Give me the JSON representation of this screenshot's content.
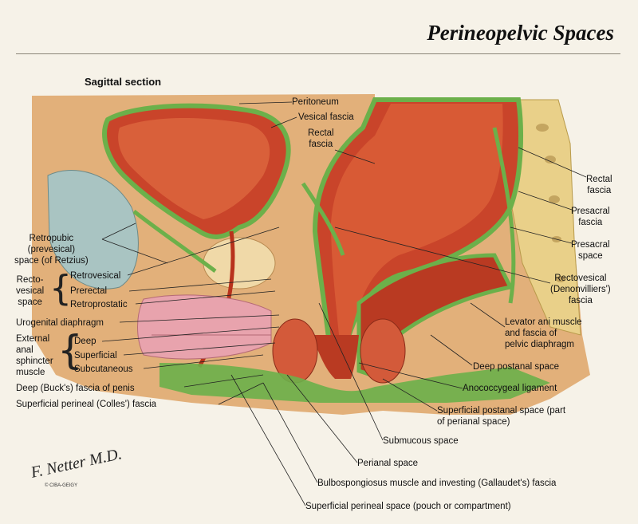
{
  "title": "Perineopelvic Spaces",
  "subtitle": "Sagittal section",
  "signature": "F. Netter M.D.",
  "copyright": "© CIBA-GEIGY",
  "labels": {
    "peritoneum": "Peritoneum",
    "vesical_fascia": "Vesical fascia",
    "rectal_fascia_top": "Rectal\nfascia",
    "rectal_fascia_right": "Rectal\nfascia",
    "presacral_fascia": "Presacral\nfascia",
    "presacral_space": "Presacral\nspace",
    "retropubic_space": "Retropubic\n(prevesical)\nspace (of Retzius)",
    "rectovesical_group": "Recto-\nvesical\nspace",
    "retrovesical": "Retrovesical",
    "prerectal": "Prerectal",
    "retroprostatic": "Retroprostatic",
    "rectovesical_fascia": "Rectovesical\n(Denonvilliers')\nfascia",
    "urogenital_diaphragm": "Urogenital diaphragm",
    "external_anal_group": "External\nanal\nsphincter\nmuscle",
    "deep": "Deep",
    "superficial": "Superficial",
    "subcutaneous": "Subcutaneous",
    "levator_ani": "Levator ani muscle\nand fascia of\npelvic diaphragm",
    "deep_postanal": "Deep postanal space",
    "deep_bucks_fascia": "Deep (Buck's) fascia of penis",
    "anococcygeal": "Anococcygeal ligament",
    "colles_fascia": "Superficial perineal (Colles') fascia",
    "superficial_postanal": "Superficial postanal space (part\nof perianal space)",
    "submucous": "Submucous space",
    "perianal": "Perianal space",
    "bulbospongiosus": "Bulbospongiosus muscle and investing (Gallaudet's) fascia",
    "superficial_perineal_space": "Superficial perineal space (pouch or compartment)"
  },
  "colors": {
    "background": "#f6f2e8",
    "muscle": "#c9442a",
    "muscle_dark": "#9a2a18",
    "fascia_green": "#6cb04a",
    "fat_cream": "#f0d9a8",
    "bone": "#e9d089",
    "pink": "#e8a3ad",
    "blue_bone": "#a9c4c2"
  }
}
